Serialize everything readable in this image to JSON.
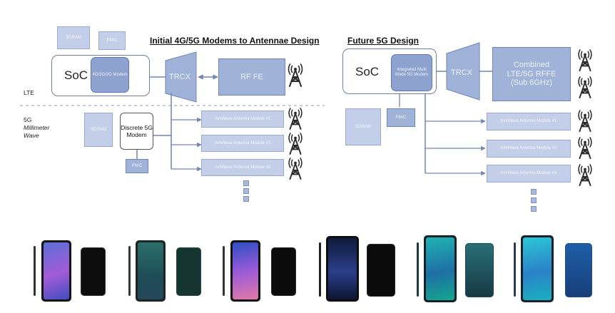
{
  "left": {
    "title": "Initial 4G/5G Modems to Antennae Design",
    "sdram": "SDRAM",
    "pmic_top": "PMIC",
    "soc": "SoC",
    "modem": "4G/3G/2G Modem",
    "trcx": "TRCX",
    "rffe": "RF FE",
    "lte_label": "LTE",
    "mm_label_1": "5G",
    "mm_label_2": "Millimeter",
    "mm_label_3": "Wave",
    "sdram_bottom": "SDRAM",
    "discrete_modem": "Discrete 5G Modem",
    "pmic_bottom": "PMIC",
    "modules": [
      "mmWave Antenna Module #1",
      "mmWave Antenna Module #2",
      "mmWave Antenna Module #3"
    ]
  },
  "right": {
    "title": "Future 5G Design",
    "soc": "SoC",
    "integrated_modem": "Integrated Multi Mode 5G Modem",
    "trcx": "TRCX",
    "combined_line1": "Combined",
    "combined_line2": "LTE/5G RFFE",
    "combined_line3": "(Sub 6GHz)",
    "sdram": "SDRAM",
    "pmic": "PMIC",
    "modules": [
      "mmWave Antenna Module #1",
      "mmWave Antenna Module #2",
      "mmWave Antenna Module #3"
    ]
  },
  "colors": {
    "block": "#9fb2d8",
    "block_light": "#c3cfe8",
    "line": "#6f86b6",
    "antenna": "#2b2b2b"
  },
  "icons": [
    "antenna-tower-icon",
    "smartphone-front-icon",
    "smartphone-back-icon"
  ]
}
